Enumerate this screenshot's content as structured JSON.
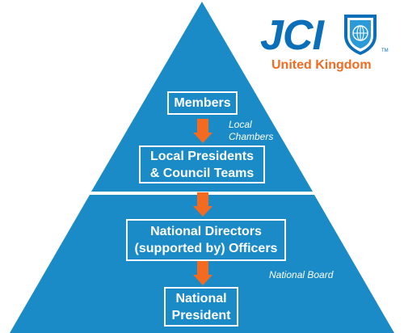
{
  "logo": {
    "brand": "JCI",
    "subtitle": "United Kingdom",
    "trademark": "TM",
    "shield_icon": "shield-globe-icon",
    "colors": {
      "brand_blue": "#0a6fb8",
      "brand_orange": "#f26b21"
    }
  },
  "pyramid": {
    "colors": {
      "fill": "#1a8bc6",
      "border": "#ffffff",
      "arrow": "#f26b21"
    },
    "levels": [
      {
        "line1": "Members",
        "line2": ""
      },
      {
        "line1": "Local Presidents",
        "line2": "& Council Teams"
      },
      {
        "line1": "National Directors",
        "line2": "(supported by) Officers"
      },
      {
        "line1": "National",
        "line2": "President"
      }
    ],
    "annotations": {
      "local_line1": "Local",
      "local_line2": "Chambers",
      "national": "National Board"
    }
  }
}
